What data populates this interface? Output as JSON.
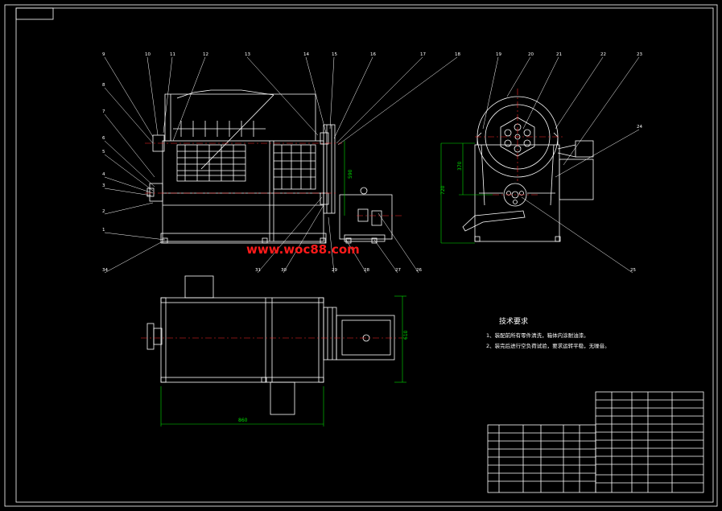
{
  "colors": {
    "line": "#ffffff",
    "centerline": "#ff2a2a",
    "dimension": "#00e000",
    "leader": "#ffffff",
    "watermark": "#ff1a1a",
    "background": "#000000"
  },
  "balloons": {
    "front": [
      "9",
      "10",
      "11",
      "12",
      "13",
      "14",
      "15",
      "16",
      "17",
      "18",
      "8",
      "7",
      "6",
      "5",
      "4",
      "3",
      "2",
      "1",
      "34",
      "31",
      "30",
      "29",
      "28",
      "27",
      "26"
    ],
    "side": [
      "19",
      "20",
      "21",
      "22",
      "23",
      "24",
      "25"
    ]
  },
  "dimensions": {
    "front_height": "590",
    "side_outer": "720",
    "side_inner": "370",
    "top_width": "860",
    "top_right": "610"
  },
  "watermark": "www.woc88.com",
  "tech_requirements": {
    "title": "技术要求",
    "items": [
      "1、装配前所有零件清洗，箱体内涂耐油漆。",
      "2、装完后进行空负荷试验，要求运转平稳，无噪音。"
    ]
  }
}
